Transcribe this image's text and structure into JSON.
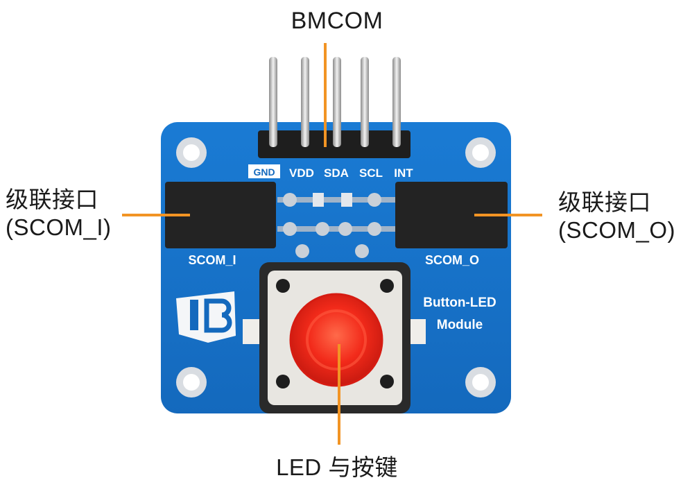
{
  "callouts": {
    "top": "BMCOM",
    "left_line1": "级联接口",
    "left_line2": "(SCOM_I)",
    "right_line1": "级联接口",
    "right_line2": "(SCOM_O)",
    "bottom": "LED 与按键"
  },
  "silkscreen": {
    "pins": [
      "GND",
      "VDD",
      "SDA",
      "SCL",
      "INT"
    ],
    "scom_in": "SCOM_I",
    "scom_out": "SCOM_O",
    "module_line1": "Button-LED",
    "module_line2": "Module"
  },
  "colors": {
    "board": "#1877cf",
    "callout_line": "#f29424",
    "led": "#f22a1a",
    "connector": "#232323",
    "button_housing": "#e8e6e1"
  },
  "icons": {
    "logo": "bm-logo-icon"
  }
}
